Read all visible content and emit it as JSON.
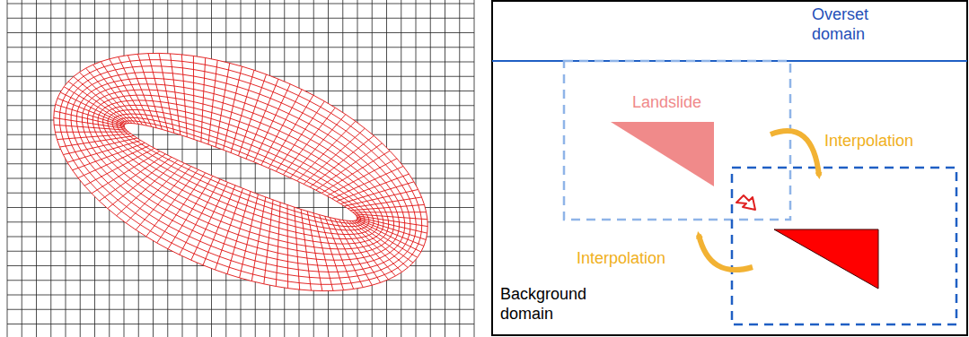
{
  "diagram": {
    "labels": [
      "Overset domain",
      "Landslide",
      "Interpolation",
      "Interpolation",
      "Background domain"
    ]
  }
}
